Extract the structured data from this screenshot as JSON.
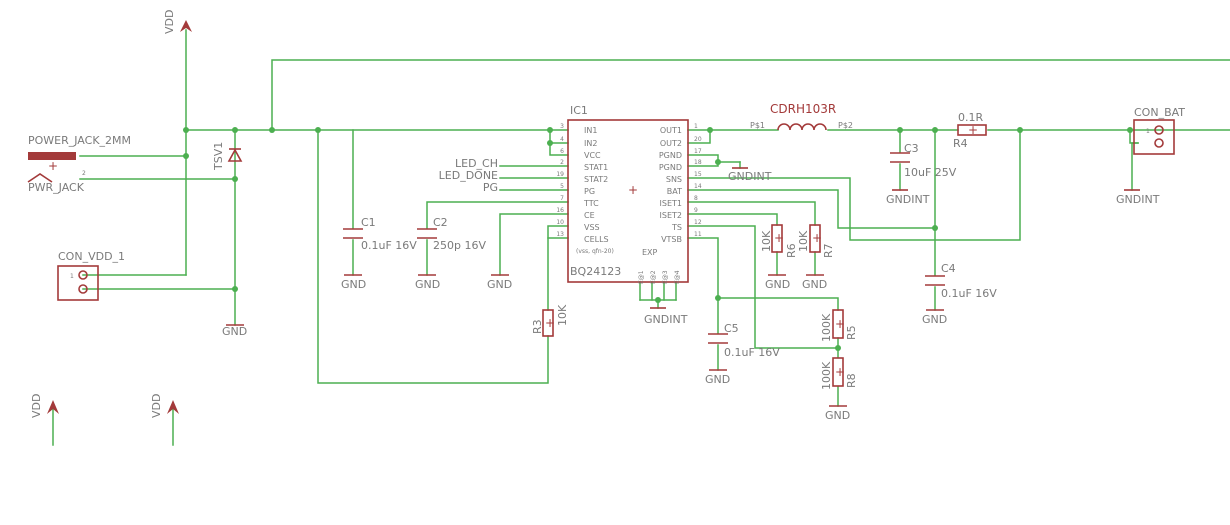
{
  "ic": {
    "name": "IC1",
    "part": "BQ24123",
    "pins_left": [
      {
        "num": "3",
        "name": "IN1"
      },
      {
        "num": "4",
        "name": "IN2"
      },
      {
        "num": "6",
        "name": "VCC"
      },
      {
        "num": "2",
        "name": "STAT1"
      },
      {
        "num": "19",
        "name": "STAT2"
      },
      {
        "num": "5",
        "name": "PG"
      },
      {
        "num": "7",
        "name": "TTC"
      },
      {
        "num": "16",
        "name": "CE"
      },
      {
        "num": "10",
        "name": "VSS"
      },
      {
        "num": "13",
        "name": "CELLS"
      }
    ],
    "pins_right": [
      {
        "num": "1",
        "name": "OUT1"
      },
      {
        "num": "20",
        "name": "OUT2"
      },
      {
        "num": "17",
        "name": "PGND"
      },
      {
        "num": "18",
        "name": "PGND"
      },
      {
        "num": "15",
        "name": "SNS"
      },
      {
        "num": "14",
        "name": "BAT"
      },
      {
        "num": "8",
        "name": "ISET1"
      },
      {
        "num": "9",
        "name": "ISET2"
      },
      {
        "num": "12",
        "name": "TS"
      },
      {
        "num": "11",
        "name": "VTSB"
      }
    ],
    "exp_label": "EXP",
    "exp_pins": [
      "E@1",
      "E@2",
      "E@3",
      "E@4"
    ],
    "tiny_text": "(vss, qfn-20)"
  },
  "supply": {
    "vdd": "VDD",
    "gnd": "GND",
    "gndint": "GNDINT"
  },
  "components": {
    "power_jack": "POWER_JACK_2MM",
    "pwr_jack": "PWR_JACK",
    "tvs": "TSV1",
    "con_vdd": "CON_VDD_1",
    "con_bat": "CON_BAT",
    "c1": {
      "name": "C1",
      "value": "0.1uF 16V"
    },
    "c2": {
      "name": "C2",
      "value": "250p 16V"
    },
    "c3": {
      "name": "C3",
      "value": "10uF 25V"
    },
    "c4": {
      "name": "C4",
      "value": "0.1uF 16V"
    },
    "c5": {
      "name": "C5",
      "value": "0.1uF 16V"
    },
    "r3": {
      "name": "R3",
      "value": "10K"
    },
    "r4": {
      "name": "R4",
      "value": "0.1R"
    },
    "r5": {
      "name": "R5",
      "value": "100K"
    },
    "r6": {
      "name": "R6",
      "value": "10K"
    },
    "r7": {
      "name": "R7",
      "value": "10K"
    },
    "r8": {
      "name": "R8",
      "value": "100K"
    },
    "inductor": "CDRH103R",
    "ind_p1": "P$1",
    "ind_p2": "P$2"
  },
  "net_labels": {
    "led_ch": "LED_CH",
    "led_done": "LED_DONE",
    "pg": "PG"
  },
  "pin_marks": {
    "one": "1",
    "two": "2",
    "plus": "+"
  },
  "colors": {
    "wire": "#4caf50",
    "part": "#a33a3a",
    "text": "#7a7a7a"
  }
}
